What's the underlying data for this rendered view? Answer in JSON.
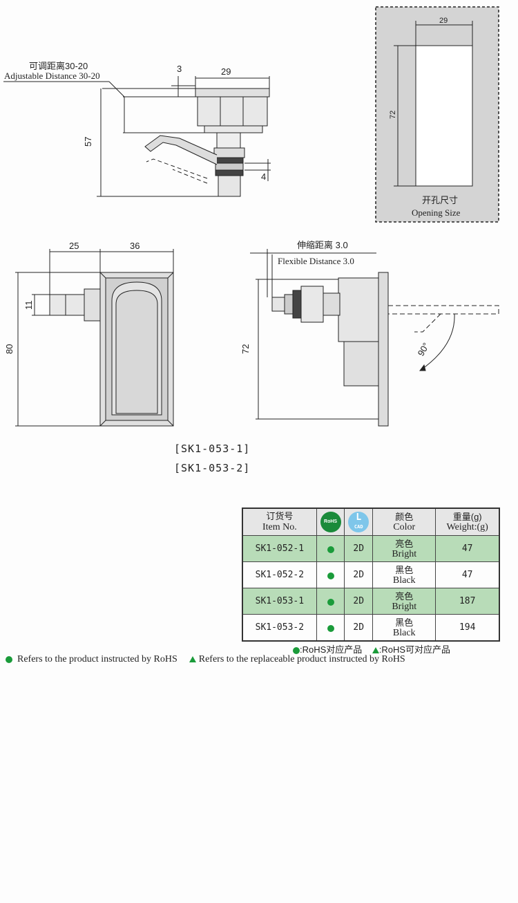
{
  "drawing": {
    "adjustable_cn": "可调距离30-20",
    "adjustable_en": "Adjustable Distance 30-20",
    "dim_3": "3",
    "dim_29_top": "29",
    "dim_57": "57",
    "dim_4": "4",
    "opening_width": "29",
    "opening_height": "72",
    "opening_cn": "开孔尺寸",
    "opening_en": "Opening Size",
    "dim_25": "25",
    "dim_36": "36",
    "dim_11": "11",
    "dim_80": "80",
    "flexible_cn": "伸缩距离 3.0",
    "flexible_en": "Flexible Distance 3.0",
    "dim_72_side": "72",
    "angle": "90°",
    "models": [
      "[SK1-053-1]",
      "[SK1-053-2]"
    ]
  },
  "table": {
    "headers": {
      "item_cn": "订货号",
      "item_en": "Item No.",
      "rohs_icon": "RoHS",
      "cad_icon": "CAD",
      "color_cn": "颜色",
      "color_en": "Color",
      "weight_cn": "重量(g)",
      "weight_en": "Weight:(g)"
    },
    "rows": [
      {
        "item": "SK1-052-1",
        "cad": "2D",
        "color_cn": "亮色",
        "color_en": "Bright",
        "weight": "47"
      },
      {
        "item": "SK1-052-2",
        "cad": "2D",
        "color_cn": "黑色",
        "color_en": "Black",
        "weight": "47"
      },
      {
        "item": "SK1-053-1",
        "cad": "2D",
        "color_cn": "亮色",
        "color_en": "Bright",
        "weight": "187"
      },
      {
        "item": "SK1-053-2",
        "cad": "2D",
        "color_cn": "黑色",
        "color_en": "Black",
        "weight": "194"
      }
    ]
  },
  "legend": {
    "cn_rohs": ":RoHS对应产品",
    "cn_replaceable": ":RoHS可对应产品",
    "en_rohs": "Refers to the product instructed by RoHS",
    "en_replaceable": "Refers to the replaceable product instructed by RoHS"
  },
  "colors": {
    "green_row": "#b8dcb8",
    "rohs_green": "#1a9b3a",
    "cad_blue": "#7ec6ea",
    "opening_bg": "#d4d4d4"
  }
}
